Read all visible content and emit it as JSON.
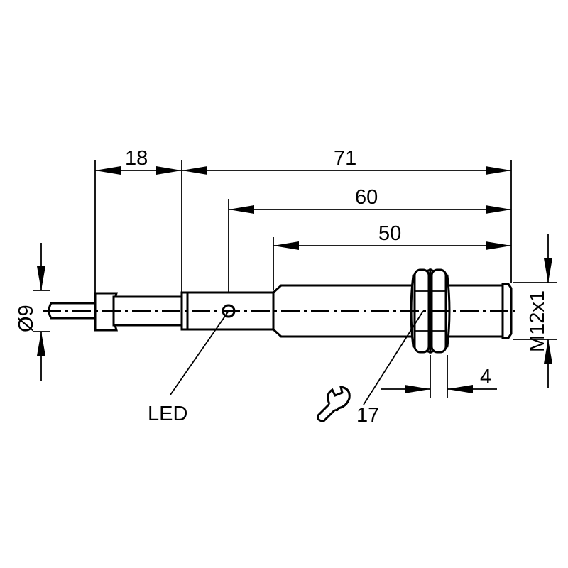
{
  "drawing": {
    "dimensions": {
      "cable_length": "18",
      "total_length": "71",
      "led_to_end": "60",
      "thread_length": "50",
      "nut_width": "4",
      "diameter": "Ø9",
      "thread": "M12x1",
      "wrench_size": "17"
    },
    "labels": {
      "led": "LED"
    },
    "icons": {
      "wrench": "wrench-icon"
    },
    "colors": {
      "line": "#000000",
      "background": "#ffffff"
    }
  }
}
